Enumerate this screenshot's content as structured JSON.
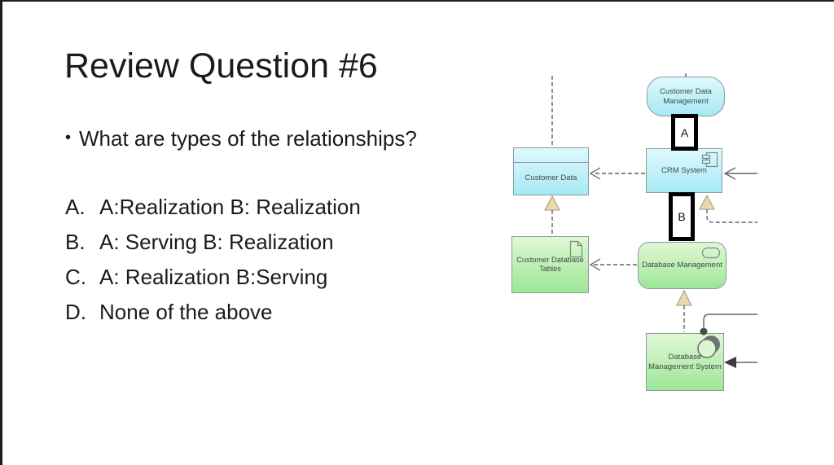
{
  "slide": {
    "title": "Review Question #6",
    "bullet_glyph": "•",
    "bullet_text": "What are types of the relationships?",
    "options": [
      {
        "label": "A.",
        "text": "A:Realization B: Realization"
      },
      {
        "label": "B.",
        "text": "A: Serving B: Realization"
      },
      {
        "label": "C.",
        "text": "A: Realization B:Serving"
      },
      {
        "label": "D.",
        "text": "None of the above"
      }
    ]
  },
  "diagram": {
    "nodes": {
      "customer_data_management": {
        "label": "Customer Data Management",
        "shape": "rounded-service"
      },
      "customer_data": {
        "label": "Customer Data",
        "shape": "data-object"
      },
      "crm_system": {
        "label": "CRM System",
        "shape": "application-component"
      },
      "customer_database_tables": {
        "label": "Customer Database Tables",
        "shape": "artifact"
      },
      "database_management": {
        "label": "Database Management",
        "shape": "rounded-service"
      },
      "database_management_system": {
        "label": "Database Management System",
        "shape": "system-software"
      }
    },
    "connectors": {
      "a_label": "A",
      "b_label": "B"
    }
  },
  "theme": {
    "app_top": "#e0f9fd",
    "app_bottom": "#a6e9f3",
    "tech_top": "#e1f7d5",
    "tech_bottom": "#9de697",
    "node_border": "#8b9b9e",
    "node_text": "#41494c",
    "triangle_fill": "#ebd8ab",
    "triangle_stroke": "#a79d7e",
    "line": "#5f6466",
    "slide_text": "#1b1b1b",
    "edge_border": "#1e1e1e"
  }
}
